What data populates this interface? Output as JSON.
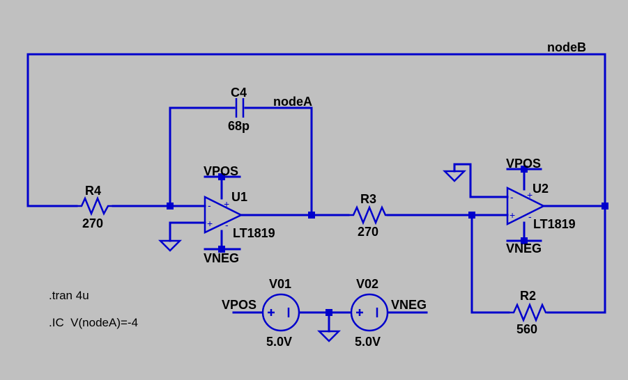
{
  "nets": {
    "nodeA": "nodeA",
    "nodeB": "nodeB",
    "vpos": "VPOS",
    "vneg": "VNEG"
  },
  "components": {
    "c4": {
      "name": "C4",
      "value": "68p"
    },
    "r4": {
      "name": "R4",
      "value": "270"
    },
    "r3": {
      "name": "R3",
      "value": "270"
    },
    "r2": {
      "name": "R2",
      "value": "560"
    },
    "u1": {
      "name": "U1",
      "model": "LT1819"
    },
    "u2": {
      "name": "U2",
      "model": "LT1819"
    },
    "v01": {
      "name": "V01",
      "value": "5.0V"
    },
    "v02": {
      "name": "V02",
      "value": "5.0V"
    }
  },
  "directives": {
    "tran": ".tran 4u",
    "ic": ".IC  V(nodeA)=-4"
  },
  "pin_signs": {
    "minus": "-",
    "plus": "+"
  },
  "colors": {
    "background": "#c0c0c0",
    "wire": "#0000cc",
    "text": "#000000"
  }
}
